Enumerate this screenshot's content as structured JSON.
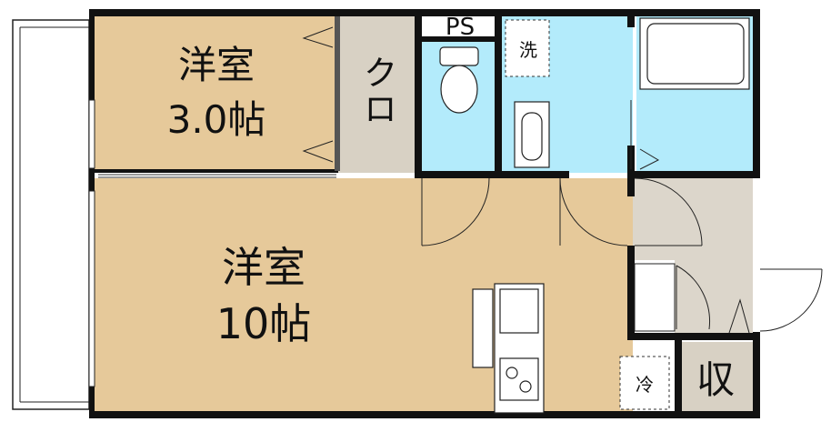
{
  "rooms": {
    "western_small": {
      "name": "洋室",
      "size": "3.0帖"
    },
    "western_large": {
      "name": "洋室",
      "size": "10帖"
    },
    "closet": {
      "label": "クロ"
    },
    "pipe_space": {
      "label": "PS"
    },
    "storage": {
      "label": "収"
    }
  },
  "fixtures": {
    "washer": {
      "label": "洗"
    },
    "fridge": {
      "label": "冷"
    }
  },
  "colors": {
    "room_floor": "#e6c99a",
    "wet_area": "#b3ebfb",
    "closet_floor": "#d8d1c4",
    "entry_floor": "#dcd6cb",
    "wall": "#111111"
  }
}
